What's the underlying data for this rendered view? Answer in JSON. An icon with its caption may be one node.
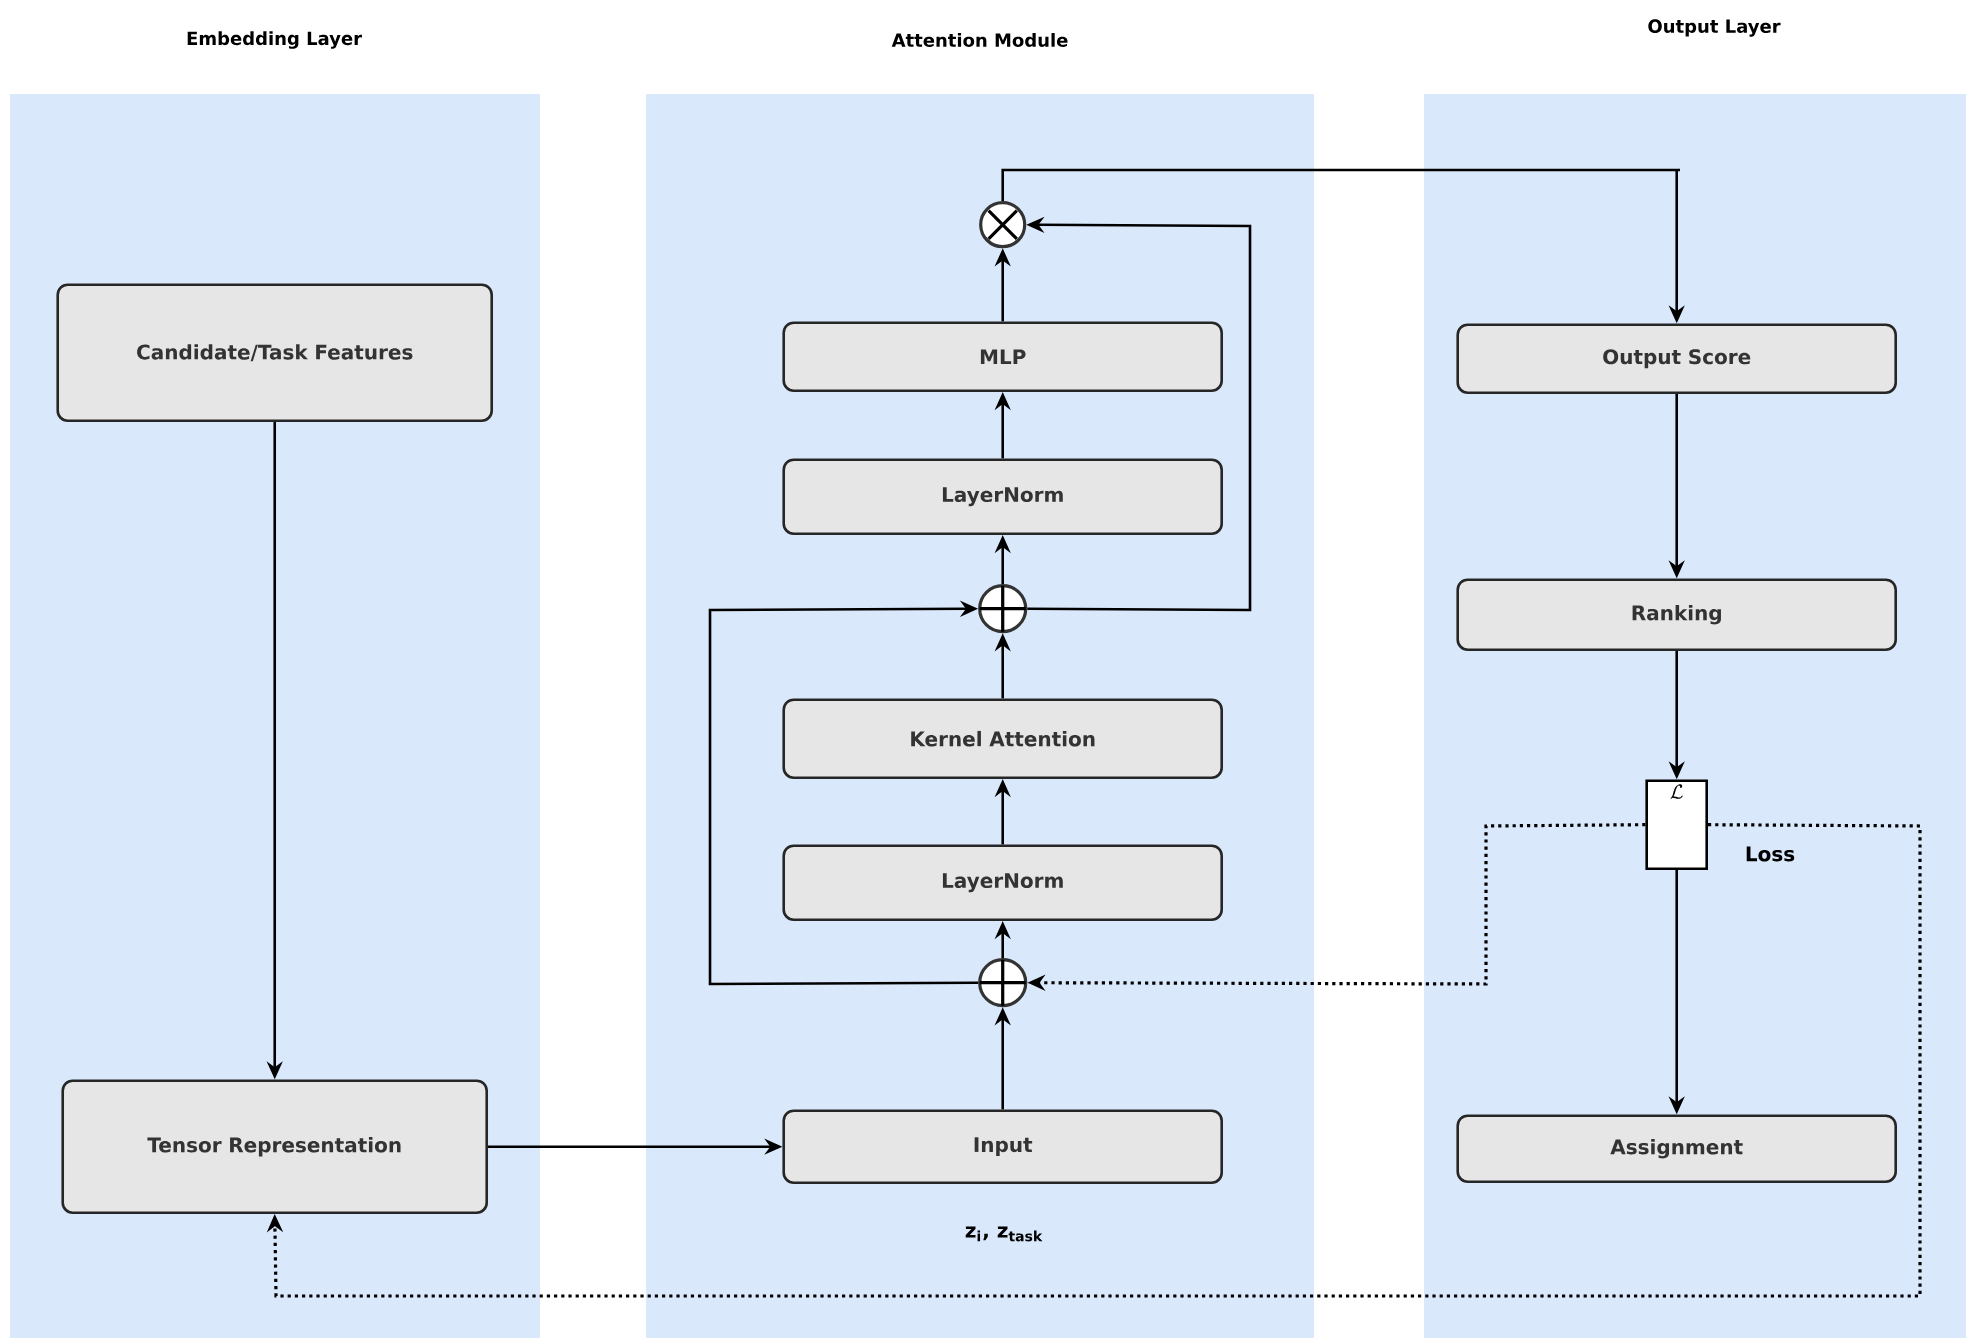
{
  "diagram": {
    "nodes": [
      {
        "text": [
          "Embedding Layer"
        ]
      },
      {
        "text": [
          "Attention Module"
        ]
      },
      {
        "text": [
          "Output Layer"
        ]
      },
      {
        "text": [
          "Candidate/Task Features"
        ],
        "in": 0
      },
      {
        "text": [
          "Tensor Representation"
        ],
        "in": 0
      },
      {
        "text": [
          "Input"
        ],
        "in": 1,
        "beside": [
          "**z**$_{i}$, **z**$_{task}$"
        ]
      },
      {
        "text": [],
        "shape": "circle",
        "in": 1
      },
      {
        "text": [
          "LayerNorm"
        ],
        "in": 1
      },
      {
        "text": [
          "Kernel Attention"
        ],
        "in": 1
      },
      {
        "text": [],
        "shape": "circle",
        "in": 1
      },
      {
        "text": [
          "LayerNorm"
        ],
        "in": 1
      },
      {
        "text": [
          "MLP"
        ],
        "in": 1
      },
      {
        "text": [],
        "shape": "circle",
        "in": 1
      },
      {
        "text": [
          "Output Score"
        ],
        "in": 2
      },
      {
        "text": [
          "Ranking"
        ],
        "in": 2
      },
      {
        "text": [
          "\\mathcal{L}"
        ],
        "in": 2,
        "beside": [
          "Loss"
        ]
      },
      {
        "text": [
          "Assignment"
        ],
        "in": 2
      }
    ],
    "edges": [
      {
        "from": 3,
        "to": 4,
        "arrow": "to"
      },
      {
        "from": 4,
        "to": 5,
        "arrow": "to"
      },
      {
        "from": 5,
        "to": 12,
        "arrow": "to"
      },
      {
        "from": 12,
        "to": 7,
        "arrow": "to"
      },
      {
        "from": 7,
        "to": 8,
        "arrow": "to"
      },
      {
        "from": 8,
        "to": 9,
        "arrow": "to"
      },
      {
        "from": 9,
        "to": 10,
        "arrow": "to"
      },
      {
        "from": 10,
        "to": 11,
        "arrow": "to"
      },
      {
        "from": 11,
        "to": 6,
        "arrow": "to"
      },
      {
        "from": 6,
        "to": 13,
        "arrow": "to"
      },
      {
        "from": 13,
        "to": 14,
        "arrow": "to"
      },
      {
        "from": 14,
        "to": 15,
        "arrow": "to"
      },
      {
        "from": 15,
        "to": 16,
        "arrow": "to"
      },
      {
        "from": 12,
        "to": 9,
        "arrow": "to"
      },
      {
        "from": 9,
        "to": 6,
        "arrow": "to"
      },
      {
        "from": 15,
        "to": 12,
        "arrow": "to",
        "style": "dashed"
      },
      {
        "from": 15,
        "to": 4,
        "arrow": "to",
        "style": "dashed"
      }
    ]
  }
}
